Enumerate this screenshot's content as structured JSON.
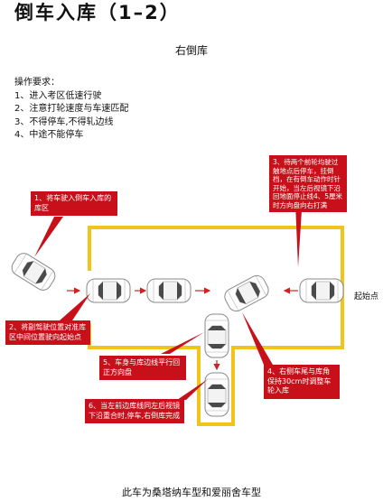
{
  "title": "倒车入库（1–2）",
  "subtitle": "右倒库",
  "requirements": {
    "heading": "操作要求：",
    "items": [
      "1、进入考区低速行驶",
      "2、注意打轮速度与车速匹配",
      "3、不得停车,不得轧边线",
      "4、中途不能停车"
    ]
  },
  "steps": [
    "1、将车驶入倒车入库的库区",
    "2、将副驾驶位置对准库区中间位置驶向起始点",
    "3、待两个前轮均驶过触地点后停车，挂倒档，在有倒车动作时针开始，当左后视镜下沿回地面停止线4、5厘米时方向盘向右打满",
    "4、右侧车尾与库角保持30cm时调整车轮入库",
    "5、车身与库边线平行回正方向盘",
    "6、当左前边库线同左后视镜下沿重合时,停车,右倒库完成"
  ],
  "start_label": "起始点",
  "footer": "此车为桑塔纳车型和爱丽舍车型",
  "colors": {
    "boundary": "#f2c318",
    "callout": "#c8101a",
    "car": "#ffffff",
    "car_outline": "#888888",
    "arrow": "#d42020"
  }
}
